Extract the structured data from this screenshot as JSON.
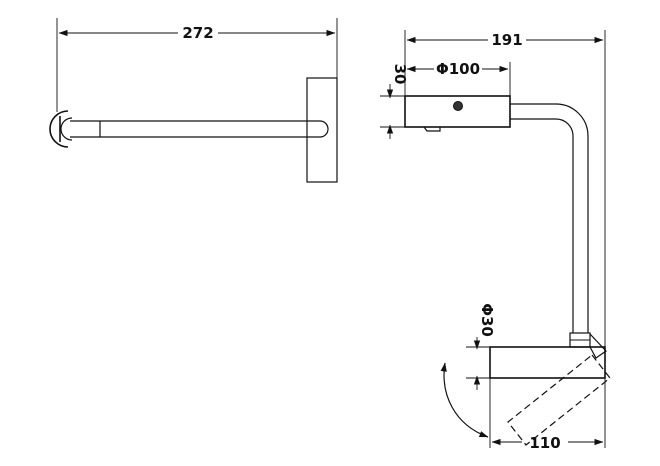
{
  "drawing": {
    "top_view": {
      "length_label": "272"
    },
    "side_view": {
      "reach_label": "191",
      "head_diameter_label": "Φ100",
      "head_height_label": "30",
      "base_height_label": "Φ30",
      "base_length_label": "110"
    }
  },
  "colors": {
    "line": "#111111",
    "background": "#ffffff"
  }
}
